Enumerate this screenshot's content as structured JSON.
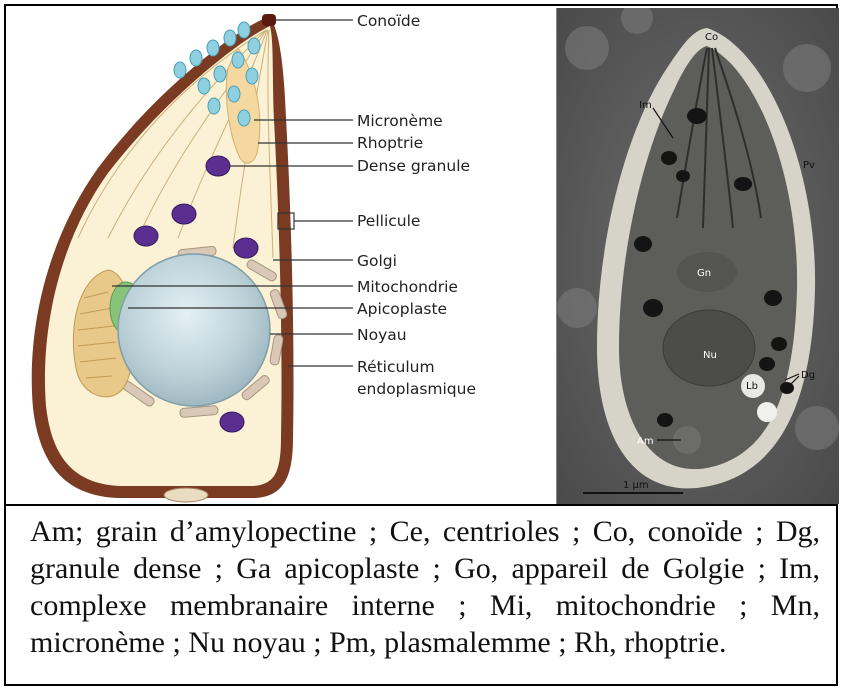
{
  "diagram": {
    "labels": [
      "Conoïde",
      "Micronème",
      "Rhoptrie",
      "Dense granule",
      "Pellicule",
      "Golgi",
      "Mitochondrie",
      "Apicoplaste",
      "Noyau",
      "Réticulum",
      "endoplasmique"
    ]
  },
  "micrograph": {
    "labels": [
      "Co",
      "Im",
      "Pv",
      "Gn",
      "Nu",
      "Lb",
      "Dg",
      "Am"
    ],
    "scale_bar": "1 µm"
  },
  "caption": {
    "text": "Am; grain d’amylopectine ; Ce, centrioles ; Co, conoïde ; Dg, granule dense ; Ga apicoplaste ; Go, appareil de Golgie ; Im, complexe membranaire interne ; Mi, mitochondrie ; Mn, micronème ; Nu noyau ; Pm, plasmalemme ; Rh, rhoptrie."
  },
  "colors": {
    "cell_wall": "#7a3b22",
    "cytoplasm": "#fbf1d4",
    "micronemes": "#8fd0e0",
    "dense_granules": "#5a2f8f",
    "nucleus": "#b9cfd6",
    "golgi": "#d9c8b5",
    "apicoplast": "#88c37a",
    "mitochondrion": "#e8c98a"
  }
}
